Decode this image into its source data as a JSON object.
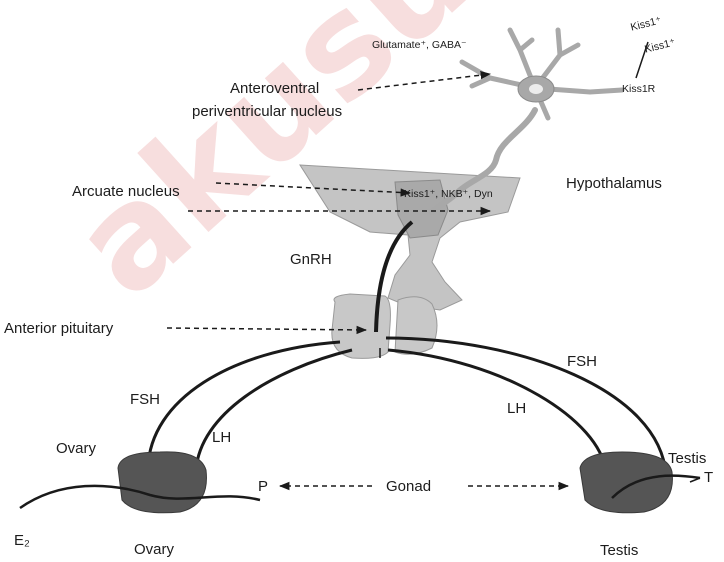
{
  "watermark": "akusu",
  "labels": {
    "glutamate_gaba": "Glutamate⁺, GABA⁻",
    "kiss1_a": "Kiss1⁺",
    "kiss1_b": "Kiss1⁺",
    "kiss1r": "Kiss1R",
    "avpv_1": "Anteroventral",
    "avpv_2": "periventricular nucleus",
    "arcuate": "Arcuate nucleus",
    "kndy": "Kiss1⁺, NKB⁺, Dyn",
    "hypothalamus": "Hypothalamus",
    "gnrh": "GnRH",
    "anterior_pituitary": "Anterior pituitary",
    "fsh_left": "FSH",
    "lh_left": "LH",
    "fsh_right": "FSH",
    "lh_right": "LH",
    "ovary_top": "Ovary",
    "ovary_bottom": "Ovary",
    "testis_top": "Testis",
    "testis_bottom": "Testis",
    "estradiol": "E₂",
    "progesterone": "P",
    "gonad": "Gonad",
    "testosterone": "T"
  },
  "colors": {
    "tissue": "#c4c4c4",
    "tissue_dark": "#a9a9a9",
    "gonad_fill": "#555555",
    "neuron": "#a8a8a8",
    "line": "#1a1a1a",
    "watermark": "#f7dede"
  }
}
